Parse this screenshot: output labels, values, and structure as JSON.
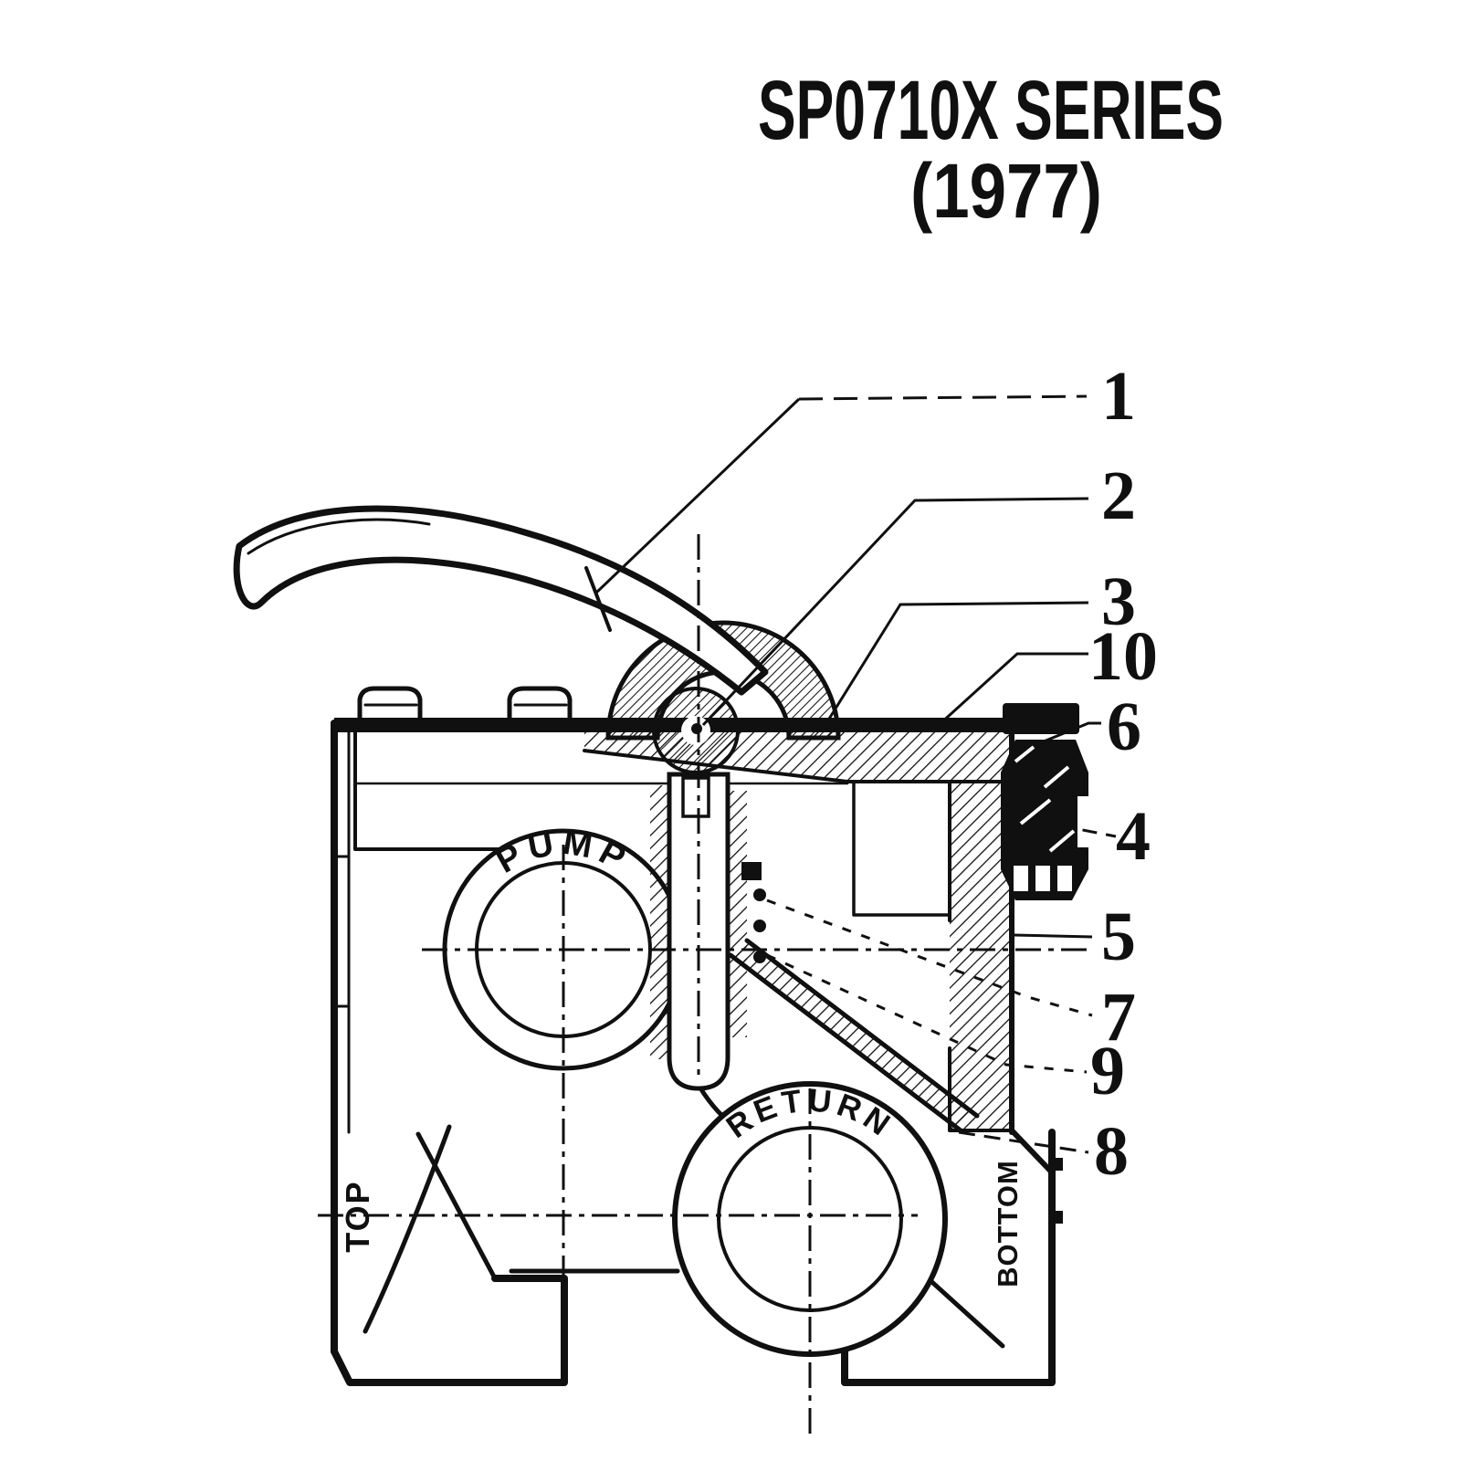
{
  "page": {
    "background_color": "#ffffff",
    "ink_color": "#101010",
    "kind": "scanned technical parts diagram"
  },
  "title": {
    "line1": "SP0710X SERIES",
    "line2": "(1977)"
  },
  "diagram": {
    "description": "Cross-section of a multiport pool filter valve with numbered part callouts",
    "ports": {
      "pump": "PUMP",
      "return": "RETURN",
      "top": "TOP",
      "bottom": "BOTTOM"
    },
    "callouts": [
      {
        "label": "1"
      },
      {
        "label": "2"
      },
      {
        "label": "3"
      },
      {
        "label": "10"
      },
      {
        "label": "6"
      },
      {
        "label": "4"
      },
      {
        "label": "5"
      },
      {
        "label": "7"
      },
      {
        "label": "9"
      },
      {
        "label": "8"
      }
    ]
  }
}
